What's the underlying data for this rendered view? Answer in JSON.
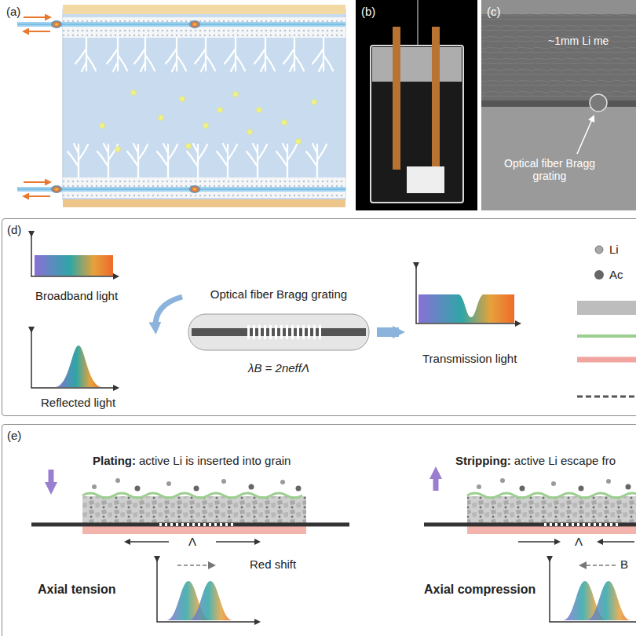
{
  "diagram": {
    "nodes": [
      {
        "text": [
          "(d)"
        ]
      },
      {
        "text": [
          "(e)"
        ]
      }
    ],
    "labels": [
      "(a)",
      "(b)",
      "(c)",
      "~1mm Li me",
      "Optical fiber Bragg grating",
      "Broadband light",
      "Reflected light",
      "Optical fiber Bragg grating",
      "λB = 2neffΛ",
      "Transmission light",
      "Plating:",
      "active Li is inserted into grain",
      "Stripping:",
      "active Li escape fro",
      "Λ",
      "Λ",
      "Red shift",
      "B",
      "Axial tension",
      "Axial compression"
    ],
    "legend": [
      {
        "text": "Li"
      },
      {
        "text": "Ac"
      }
    ]
  }
}
